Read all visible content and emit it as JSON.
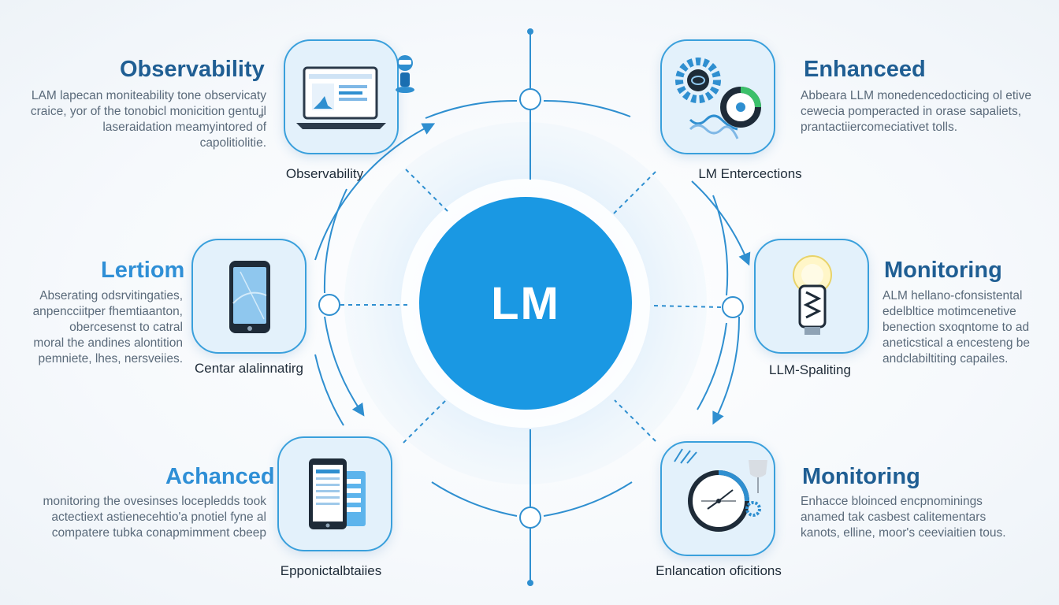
{
  "center": {
    "label": "LM"
  },
  "nodes": [
    {
      "id": "top-left",
      "title": "Observability",
      "description": [
        "LAM lapecan moniteability tone observicaty",
        "craice, yor of the tonobicl monicition gentuʝl",
        "laseraidation meamyintored of",
        "capolitiolitie."
      ],
      "caption": "Observability",
      "icon": "laptop-dashboard-icon"
    },
    {
      "id": "mid-left",
      "title": "Lertiom",
      "description": [
        "Abserating odsrvitingaties,",
        "anpencciitper fhemtiaanton,",
        "obercesenst to catral",
        "moral the andines alontition",
        "pemniete, lhes, nersveiies."
      ],
      "caption": "Centar alalinnatirg",
      "icon": "tablet-icon"
    },
    {
      "id": "bottom-left",
      "title": "Achanced",
      "description": [
        "monitoring the ovesinses locepledds took",
        "actectiext astienecehtio'a pnotiel fyne al",
        "compatere tubka conapmimment cbeep"
      ],
      "caption": "Epponictalbtaiies",
      "icon": "mobile-list-icon"
    },
    {
      "id": "top-right",
      "title": "Enhanceed",
      "description": [
        "Abbeara LLM monedencedocticing ol etive",
        "cewecia pomperacted in orase sapaliets,",
        "prantactiiercomeciativet tolls."
      ],
      "caption": "LM Entercections",
      "icon": "gears-dna-icon"
    },
    {
      "id": "mid-right",
      "title": "Monitoring",
      "description": [
        "ALM hellano-cfonsistental",
        "edelbltice motimcenetive",
        "benection sxoqntome to ad",
        "aneticstical a encesteng be",
        "andclabiltiting capailes."
      ],
      "caption": "LLM-Spaliting",
      "icon": "lightbulb-icon"
    },
    {
      "id": "bottom-right",
      "title": "Monitoring",
      "description": [
        "Enhacce bloinced encpnominings",
        "anamed tak casbest calitementars",
        "kanots, elline, moor's ceeviaitien tous."
      ],
      "caption": "Enlancation oficitions",
      "icon": "clock-gear-icon"
    }
  ],
  "colors": {
    "accent": "#1a98e3",
    "line": "#2f8fd0",
    "title": "#1f5e93",
    "card_bg": "#e3f1fb"
  }
}
